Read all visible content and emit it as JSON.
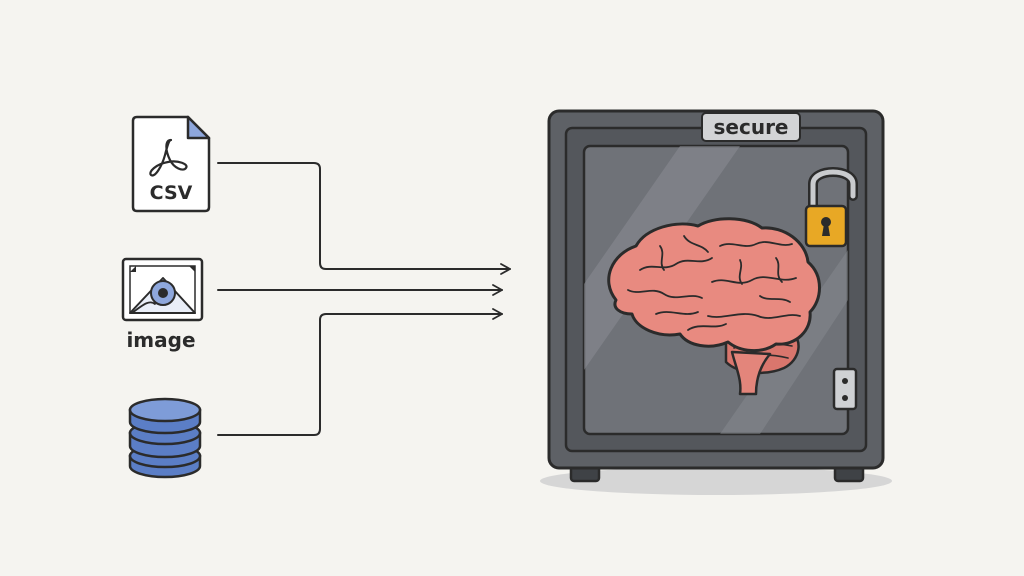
{
  "diagram": {
    "sources": [
      {
        "id": "csv-file",
        "label": "CSV",
        "icon": "pdf-file-icon"
      },
      {
        "id": "image",
        "label": "image",
        "icon": "image-icon"
      },
      {
        "id": "database",
        "label": "",
        "icon": "database-icon"
      }
    ],
    "target": {
      "label": "secure",
      "icon": "safe-icon",
      "contents_icon": "brain-icon",
      "lock_icon": "padlock-icon"
    }
  },
  "colors": {
    "background": "#f5f4f0",
    "ink": "#2b2b2b",
    "safe_body": "#5e6166",
    "safe_glass": "#6f7278",
    "brain": "#e88a80",
    "database": "#5b7ec6",
    "lock": "#e8a825"
  }
}
